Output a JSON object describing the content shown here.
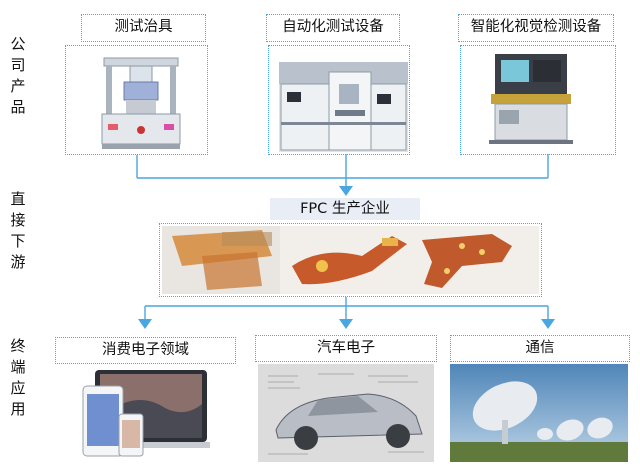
{
  "sections": {
    "company_products": "公司产品",
    "direct_downstream": "直接下游",
    "end_applications": "终端应用"
  },
  "products": [
    {
      "label": "测试治具"
    },
    {
      "label": "自动化测试设备"
    },
    {
      "label": "智能化视觉检测设备"
    }
  ],
  "downstream": {
    "label": "FPC 生产企业"
  },
  "applications": [
    {
      "label": "消费电子领域"
    },
    {
      "label": "汽车电子"
    },
    {
      "label": "通信"
    }
  ],
  "colors": {
    "connector": "#4aa6e0",
    "label_shade": "#e9eef6",
    "fpc_copper": "#c8742f"
  }
}
